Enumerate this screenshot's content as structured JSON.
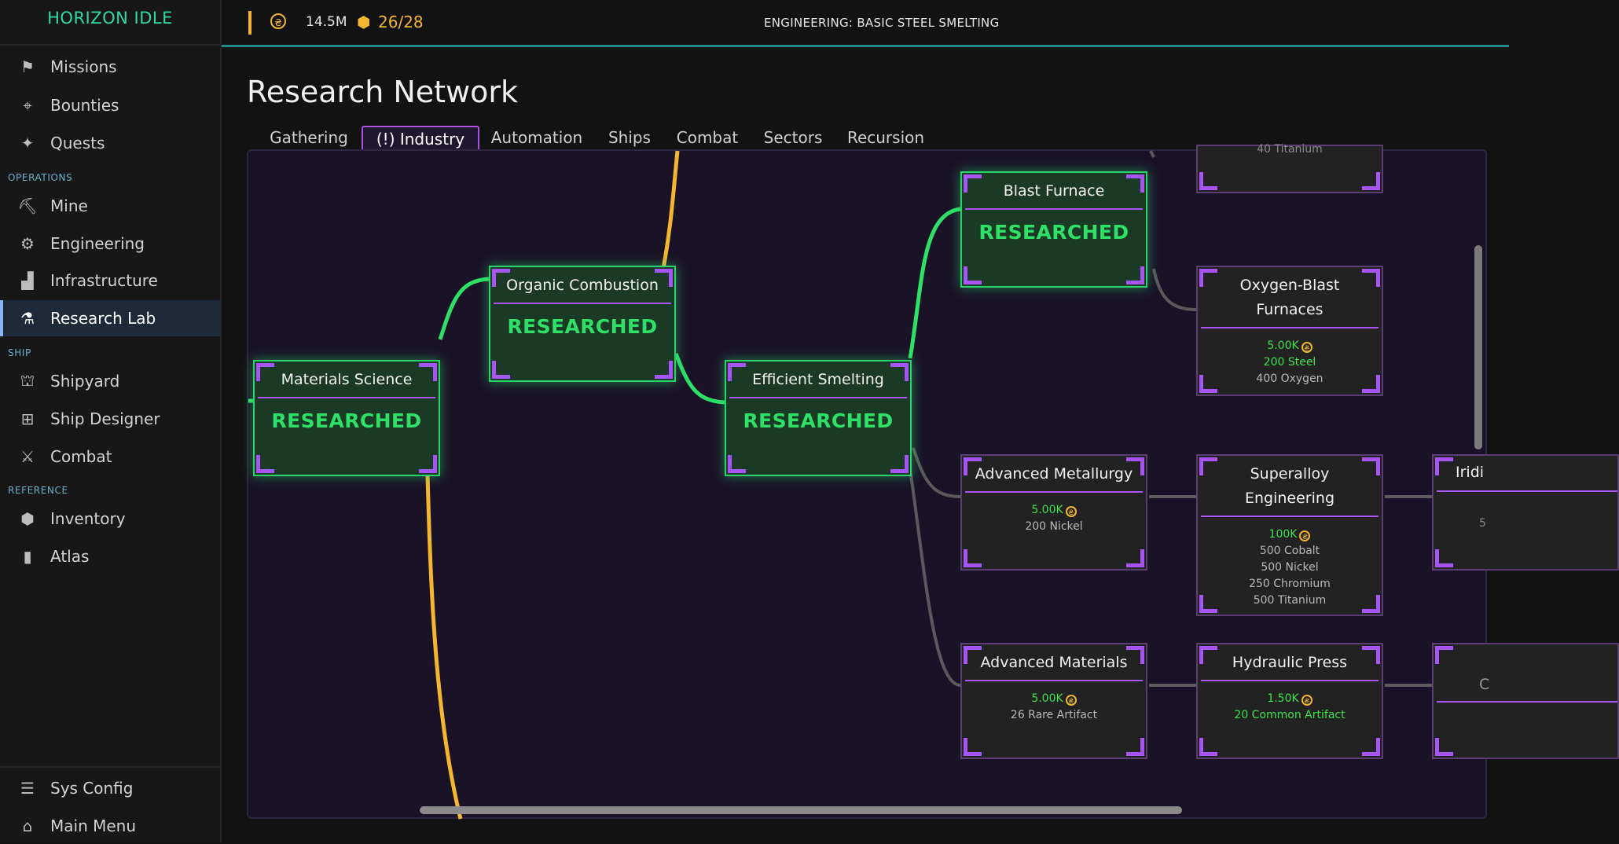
{
  "app": {
    "title": "HORIZON IDLE"
  },
  "colors": {
    "accent": "#30d9a6",
    "researched": "#2ee066",
    "node_border": "#a855f7",
    "credit": "#f2b630"
  },
  "sidebar": {
    "items": [
      {
        "label": "Missions",
        "icon": "flag-icon"
      },
      {
        "label": "Bounties",
        "icon": "crosshair-icon"
      },
      {
        "label": "Quests",
        "icon": "sparkle-icon"
      }
    ],
    "sections": [
      {
        "label": "OPERATIONS",
        "items": [
          {
            "label": "Mine",
            "icon": "pickaxe-icon"
          },
          {
            "label": "Engineering",
            "icon": "gear-icon"
          },
          {
            "label": "Infrastructure",
            "icon": "factory-icon"
          },
          {
            "label": "Research Lab",
            "icon": "flask-icon",
            "active": true
          }
        ]
      },
      {
        "label": "SHIP",
        "items": [
          {
            "label": "Shipyard",
            "icon": "shipyard-icon"
          },
          {
            "label": "Ship Designer",
            "icon": "grid-icon"
          },
          {
            "label": "Combat",
            "icon": "swords-icon"
          }
        ]
      },
      {
        "label": "REFERENCE",
        "items": [
          {
            "label": "Inventory",
            "icon": "cube-icon"
          },
          {
            "label": "Atlas",
            "icon": "book-icon"
          }
        ]
      }
    ],
    "footer": [
      {
        "label": "Sys Config",
        "icon": "sliders-icon"
      },
      {
        "label": "Main Menu",
        "icon": "home-icon"
      }
    ]
  },
  "header": {
    "credits": "14.5M",
    "cargo": "26/28",
    "status": "ENGINEERING: BASIC STEEL SMELTING"
  },
  "main": {
    "title": "Research Network",
    "tabs": [
      "Gathering",
      "(!) Industry",
      "Automation",
      "Ships",
      "Combat",
      "Sectors",
      "Recursion"
    ],
    "active_tab": "(!) Industry"
  },
  "tree": {
    "researched_label": "RESEARCHED",
    "nodes": [
      {
        "id": "materials-science",
        "title": "Materials Science",
        "researched": true
      },
      {
        "id": "organic-combustion",
        "title": "Organic Combustion",
        "researched": true
      },
      {
        "id": "efficient-smelting",
        "title": "Efficient Smelting",
        "researched": true
      },
      {
        "id": "blast-furnace",
        "title": "Blast Furnace",
        "researched": true
      },
      {
        "id": "oxygen-blast-furnaces",
        "title": "Oxygen-Blast Furnaces",
        "cost": "5.00K",
        "requirements": [
          {
            "text": "200 Steel",
            "met": true
          },
          {
            "text": "400 Oxygen",
            "met": false
          }
        ]
      },
      {
        "id": "advanced-metallurgy",
        "title": "Advanced Metallurgy",
        "cost": "5.00K",
        "requirements": [
          {
            "text": "200 Nickel",
            "met": false
          }
        ]
      },
      {
        "id": "superalloy-engineering",
        "title": "Superalloy Engineering",
        "cost": "100K",
        "requirements": [
          {
            "text": "500 Cobalt",
            "met": false
          },
          {
            "text": "500 Nickel",
            "met": false
          },
          {
            "text": "250 Chromium",
            "met": false
          },
          {
            "text": "500 Titanium",
            "met": false
          }
        ]
      },
      {
        "id": "advanced-materials",
        "title": "Advanced Materials",
        "cost": "5.00K",
        "requirements": [
          {
            "text": "26 Rare Artifact",
            "met": false
          }
        ]
      },
      {
        "id": "hydraulic-press",
        "title": "Hydraulic Press",
        "cost": "1.50K",
        "requirements": [
          {
            "text": "20 Common Artifact",
            "met": true
          }
        ]
      }
    ],
    "partial": {
      "top_right_text": "40 Titanium",
      "iridium_title": "Iridi",
      "iridium_hint": "5",
      "lower_right_hint": "C"
    }
  }
}
